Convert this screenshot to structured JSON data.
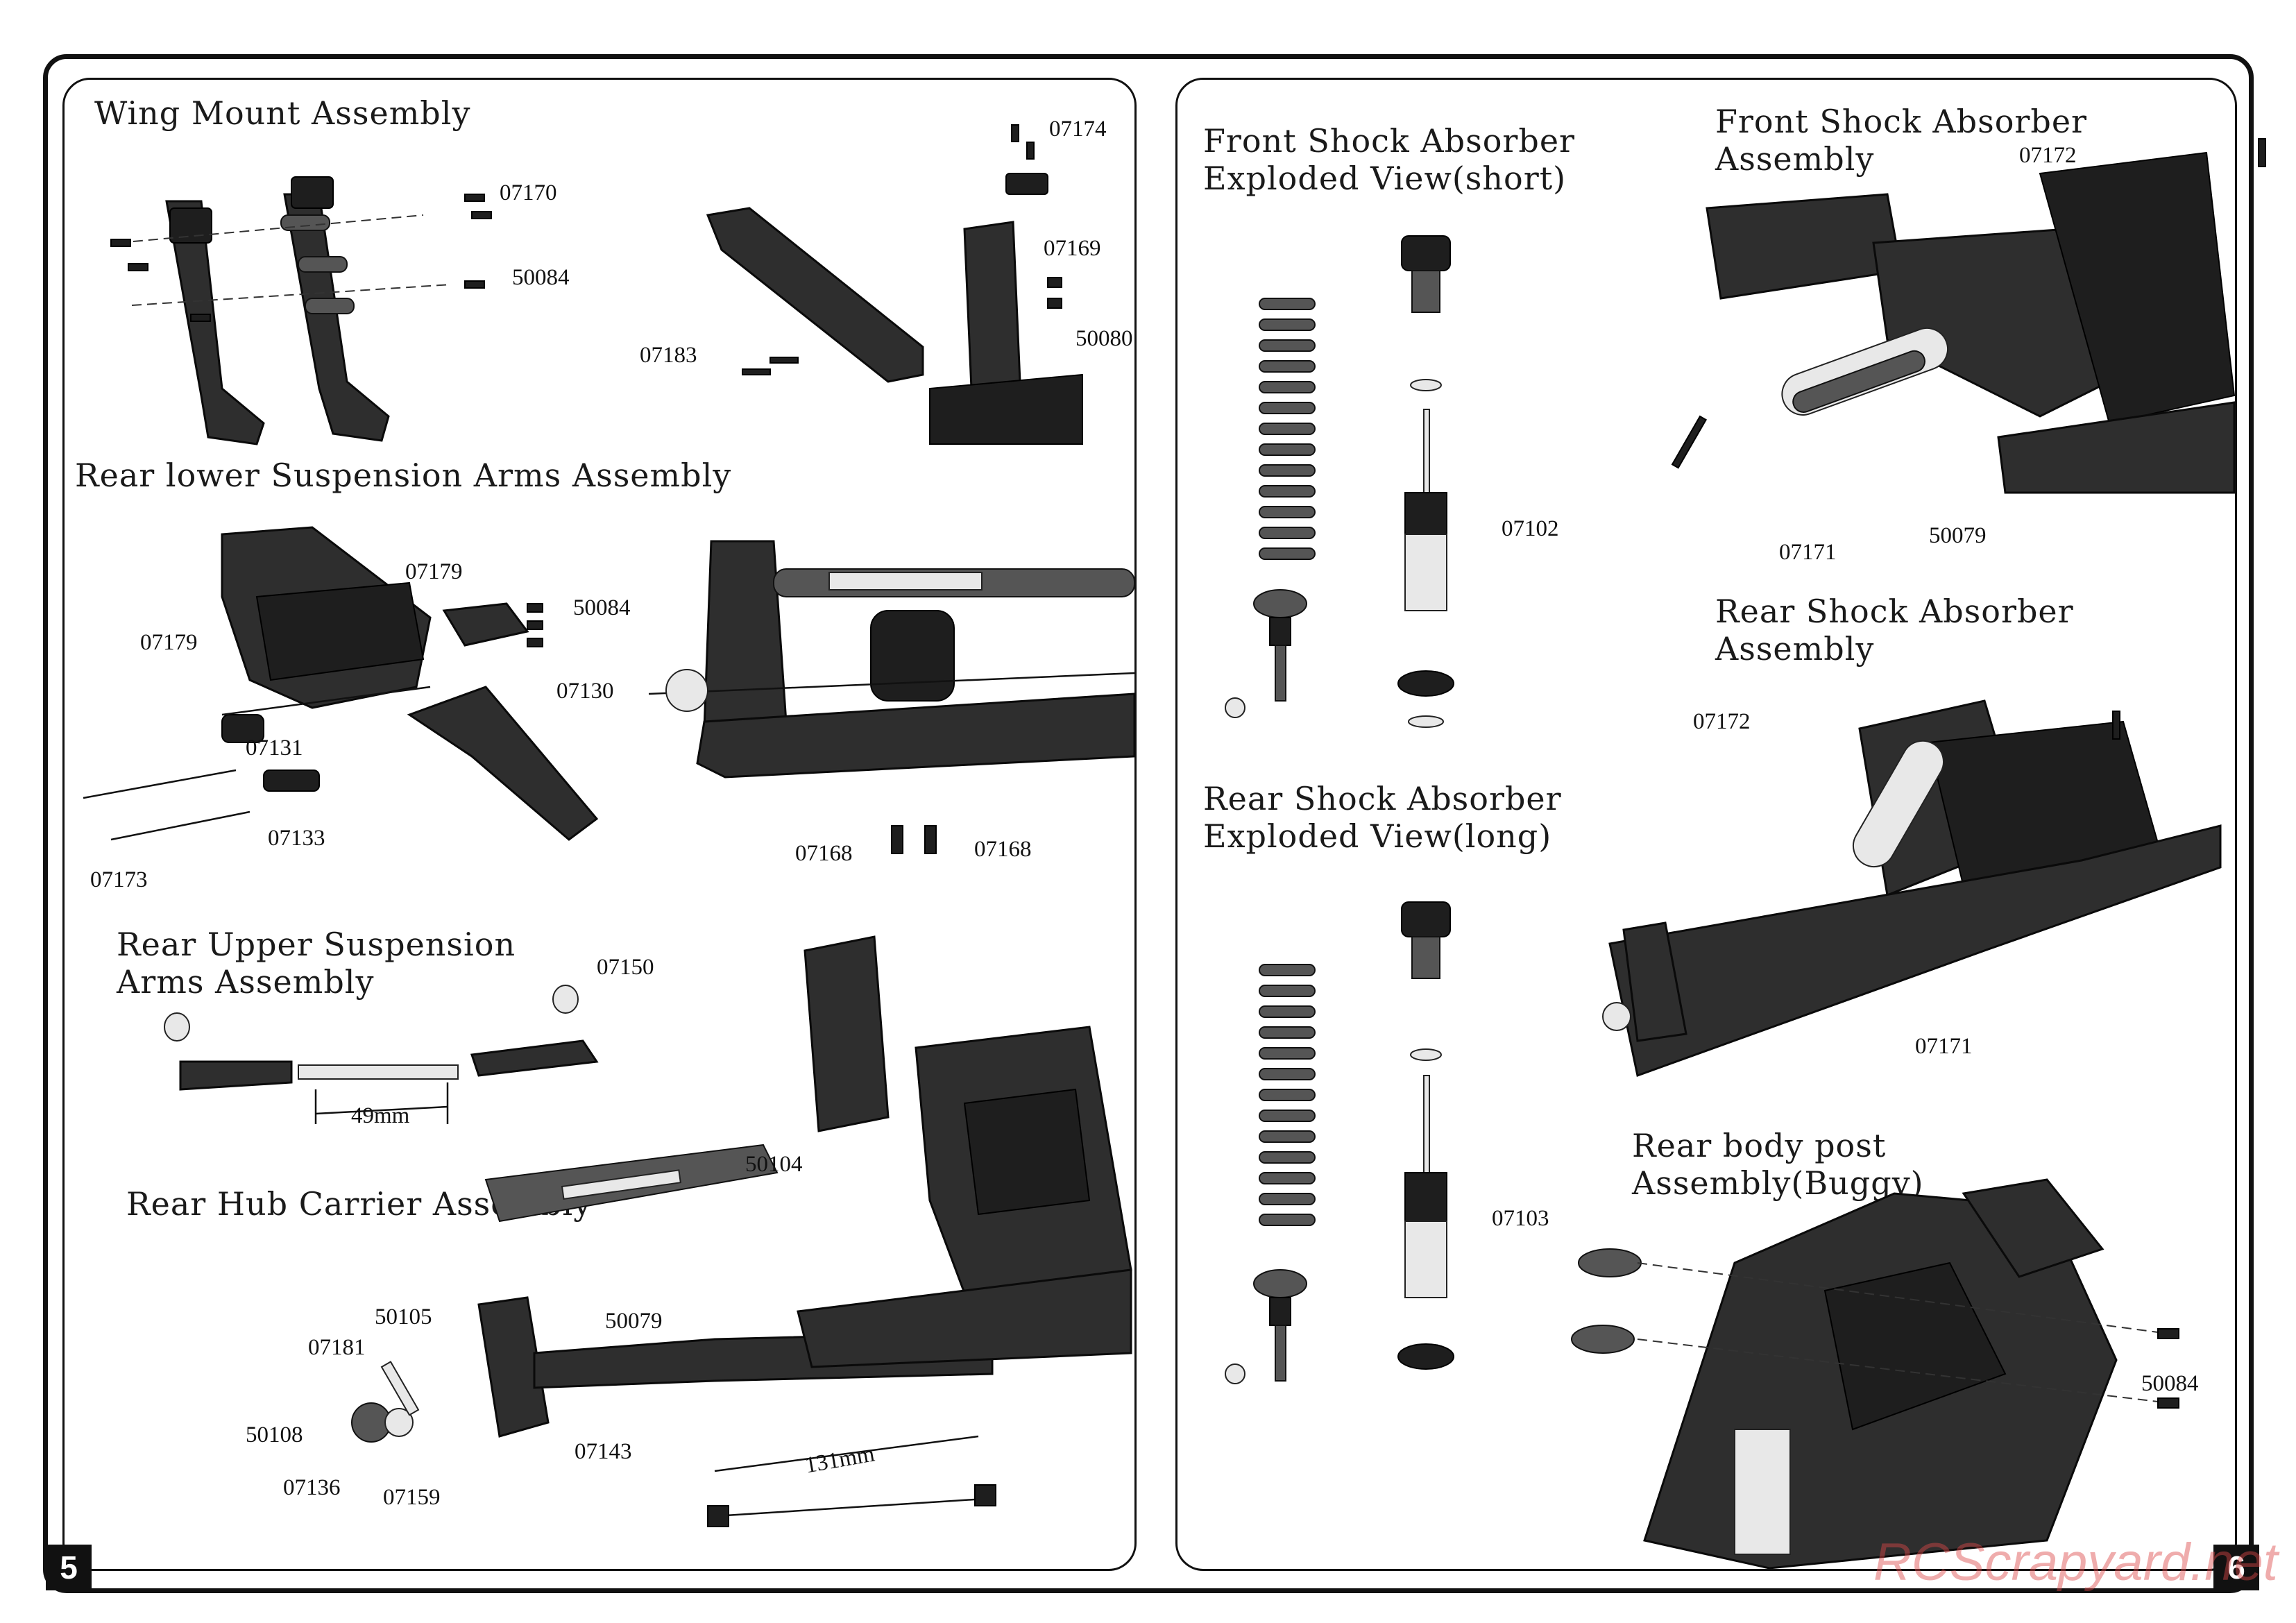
{
  "pages": {
    "left": "5",
    "right": "6"
  },
  "watermark": "RCScrapyard.net",
  "left": {
    "wing_mount": {
      "title": "Wing Mount Assembly",
      "parts": [
        "07170",
        "50084",
        "07174",
        "07169",
        "50080",
        "07183"
      ]
    },
    "rear_lower_arms": {
      "title": "Rear lower Suspension Arms Assembly",
      "parts": [
        "07179",
        "50084",
        "07179",
        "07130",
        "07131",
        "07133",
        "07173",
        "07168",
        "07168"
      ]
    },
    "rear_upper_arms": {
      "title": "Rear Upper Suspension\nArms Assembly",
      "parts": [
        "07150"
      ],
      "dimension": "49mm"
    },
    "rear_hub_carrier": {
      "title": "Rear Hub Carrier Assembly",
      "parts": [
        "50104",
        "50105",
        "50079",
        "07181",
        "50108",
        "07143",
        "07136",
        "07159"
      ],
      "dimension": "131mm"
    }
  },
  "right": {
    "front_shock_exploded": {
      "title": "Front Shock Absorber\nExploded View(short)",
      "parts": [
        "07102"
      ]
    },
    "front_shock_assembly": {
      "title": "Front Shock Absorber\nAssembly",
      "parts": [
        "07172",
        "07171",
        "50079"
      ]
    },
    "rear_shock_exploded": {
      "title": "Rear Shock Absorber\nExploded View(long)",
      "parts": [
        "07103"
      ]
    },
    "rear_shock_assembly": {
      "title": "Rear Shock Absorber\nAssembly",
      "parts": [
        "07172",
        "07171"
      ]
    },
    "rear_body_post": {
      "title": "Rear body post\nAssembly(Buggy)",
      "parts": [
        "50084"
      ]
    }
  }
}
